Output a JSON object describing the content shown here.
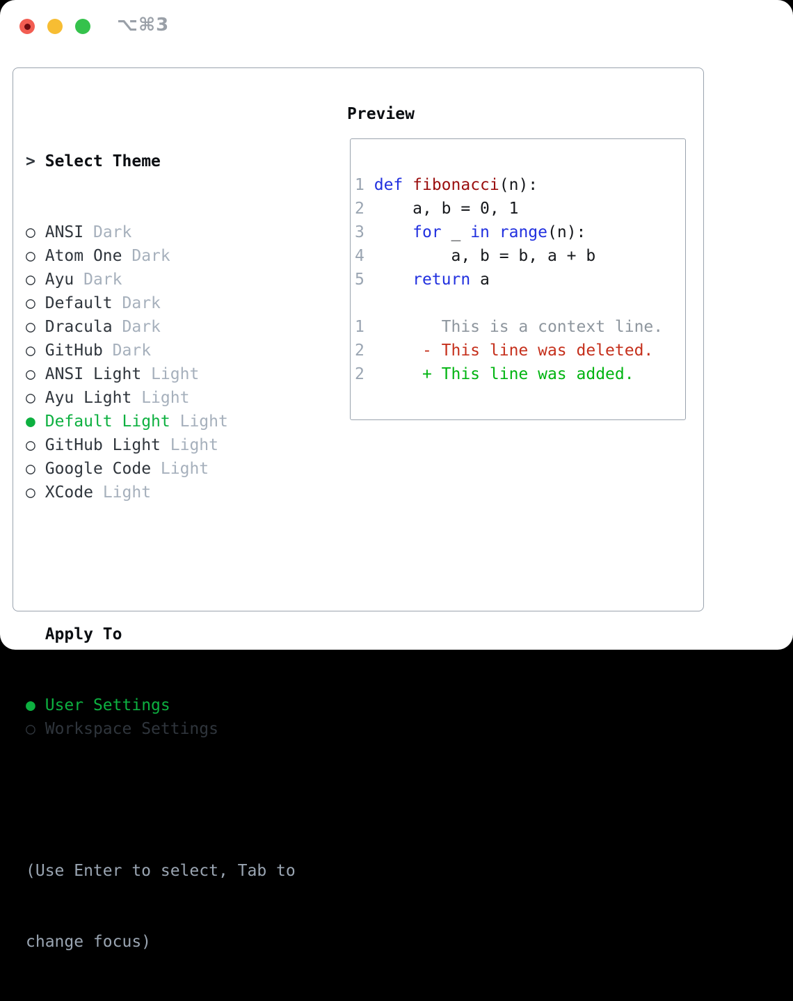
{
  "titlebar": {
    "shortcut": "⌥⌘3"
  },
  "colors": {
    "border": "#9aa3ae",
    "title": "#0b0e12",
    "name": "#2f353c",
    "tag": "#a6b0bc",
    "help": "#9aa5b2",
    "sel": "#0db040",
    "kw": "#2130df",
    "fn": "#9a0e0e",
    "code": "#16181c",
    "add": "#00b411",
    "del": "#c5301c",
    "ctx": "#8e969e",
    "lnum": "#9aa5b2",
    "tred": "#f25d52",
    "treddot": "#6d0b10",
    "tyellow": "#f7bd33",
    "tgreen": "#35c24c",
    "tshortcut": "#9aa0a8"
  },
  "theme_list": {
    "title_marker": ">",
    "title": "Select Theme",
    "marker_unselected": "○",
    "marker_selected": "●",
    "items": [
      {
        "name": "ANSI",
        "tag": "Dark",
        "selected": false
      },
      {
        "name": "Atom One",
        "tag": "Dark",
        "selected": false
      },
      {
        "name": "Ayu",
        "tag": "Dark",
        "selected": false
      },
      {
        "name": "Default",
        "tag": "Dark",
        "selected": false
      },
      {
        "name": "Dracula",
        "tag": "Dark",
        "selected": false
      },
      {
        "name": "GitHub",
        "tag": "Dark",
        "selected": false
      },
      {
        "name": "ANSI Light",
        "tag": "Light",
        "selected": false
      },
      {
        "name": "Ayu Light",
        "tag": "Light",
        "selected": false
      },
      {
        "name": "Default Light",
        "tag": "Light",
        "selected": true
      },
      {
        "name": "GitHub Light",
        "tag": "Light",
        "selected": false
      },
      {
        "name": "Google Code",
        "tag": "Light",
        "selected": false
      },
      {
        "name": "XCode",
        "tag": "Light",
        "selected": false
      }
    ]
  },
  "apply_to": {
    "title": "Apply To",
    "options": [
      {
        "name": "User Settings",
        "selected": true
      },
      {
        "name": "Workspace Settings",
        "selected": false
      }
    ]
  },
  "help": {
    "line1": "(Use Enter to select, Tab to",
    "line2": "change focus)"
  },
  "preview": {
    "title": "Preview",
    "lines": [
      {
        "num": "1",
        "tokens": [
          {
            "t": " ",
            "c": "pl"
          },
          {
            "t": "def",
            "c": "kw"
          },
          {
            "t": " ",
            "c": "pl"
          },
          {
            "t": "fibonacci",
            "c": "fn"
          },
          {
            "t": "(n):",
            "c": "pl"
          }
        ]
      },
      {
        "num": "2",
        "tokens": [
          {
            "t": "     a, b = 0, 1",
            "c": "pl"
          }
        ]
      },
      {
        "num": "3",
        "tokens": [
          {
            "t": "     ",
            "c": "pl"
          },
          {
            "t": "for",
            "c": "kw"
          },
          {
            "t": " _ ",
            "c": "pl"
          },
          {
            "t": "in",
            "c": "kw"
          },
          {
            "t": " ",
            "c": "pl"
          },
          {
            "t": "range",
            "c": "kw"
          },
          {
            "t": "(n):",
            "c": "pl"
          }
        ]
      },
      {
        "num": "4",
        "tokens": [
          {
            "t": "         a, b = b, a + b",
            "c": "pl"
          }
        ]
      },
      {
        "num": "5",
        "tokens": [
          {
            "t": "     ",
            "c": "pl"
          },
          {
            "t": "return",
            "c": "kw"
          },
          {
            "t": " a",
            "c": "pl"
          }
        ]
      },
      {
        "num": "",
        "tokens": []
      },
      {
        "num": "1",
        "tokens": [
          {
            "t": "        This is a context line.",
            "c": "ctx"
          }
        ]
      },
      {
        "num": "2",
        "tokens": [
          {
            "t": "      - This line was deleted.",
            "c": "del"
          }
        ]
      },
      {
        "num": "2",
        "tokens": [
          {
            "t": "      + This line was added.",
            "c": "add"
          }
        ]
      }
    ]
  }
}
